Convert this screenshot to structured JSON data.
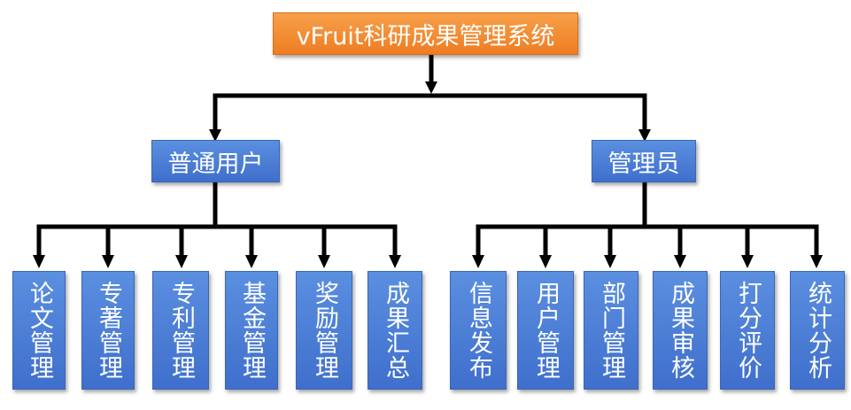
{
  "root": {
    "label": "vFruit科研成果管理系统"
  },
  "roles": [
    {
      "label": "普通用户",
      "modules": [
        "论文管理",
        "专著管理",
        "专利管理",
        "基金管理",
        "奖励管理",
        "成果汇总"
      ]
    },
    {
      "label": "管理员",
      "modules": [
        "信息发布",
        "用户管理",
        "部门管理",
        "成果审核",
        "打分评价",
        "统计分析"
      ]
    }
  ],
  "colors": {
    "root": "#ef7f23",
    "node": "#4a7cd6",
    "connector": "#000000"
  }
}
